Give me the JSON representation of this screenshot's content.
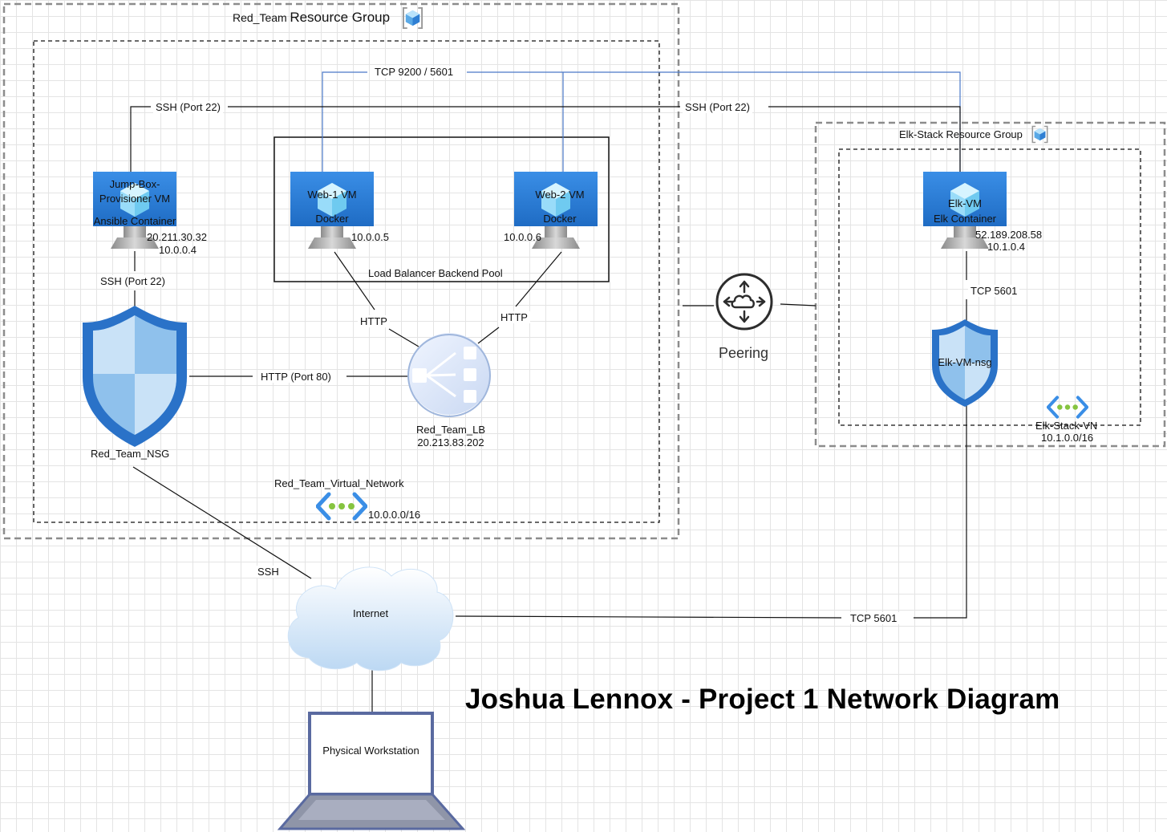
{
  "title": "Joshua Lennox - Project 1 Network Diagram",
  "red_team_rg": {
    "prefix": "Red_Team",
    "suffix": "Resource Group"
  },
  "elk_rg": {
    "label": "Elk-Stack Resource Group"
  },
  "jumpbox": {
    "line1": "Jump-Box-",
    "line2": "Provisioner VM",
    "line3": "Ansible Container",
    "public_ip": "20.211.30.32",
    "private_ip": "10.0.0.4"
  },
  "web1": {
    "line1": "Web-1 VM",
    "line2": "Docker",
    "ip": "10.0.0.5"
  },
  "web2": {
    "line1": "Web-2 VM",
    "line2": "Docker",
    "ip": "10.0.0.6"
  },
  "elkvm": {
    "line1": "Elk-VM",
    "line2": "Elk Container",
    "public_ip": "52.189.208.58",
    "private_ip": "10.1.0.4"
  },
  "backend_pool": "Load Balancer Backend Pool",
  "red_nsg": "Red_Team_NSG",
  "elk_nsg": "Elk-VM-nsg",
  "lb": {
    "name": "Red_Team_LB",
    "ip": "20.213.83.202"
  },
  "red_vnet": {
    "name": "Red_Team_Virtual_Network",
    "cidr": "10.0.0.0/16"
  },
  "elk_vnet": {
    "name": "Elk-Stack-VN",
    "cidr": "10.1.0.0/16"
  },
  "peering": "Peering",
  "internet": "Internet",
  "workstation": "Physical Workstation",
  "connections": {
    "tcp_9200_5601": "TCP 9200 / 5601",
    "ssh_port22_a": "SSH (Port 22)",
    "ssh_port22_b": "SSH (Port 22)",
    "ssh_port22_c": "SSH (Port 22)",
    "http_left": "HTTP",
    "http_right": "HTTP",
    "http_port80": "HTTP (Port 80)",
    "ssh": "SSH",
    "tcp5601_elk": "TCP 5601",
    "tcp5601_internet": "TCP 5601"
  },
  "colors": {
    "azure_blue": "#2f7fd3",
    "link_blue": "#4a78c8",
    "grid": "#e4e4e4"
  }
}
